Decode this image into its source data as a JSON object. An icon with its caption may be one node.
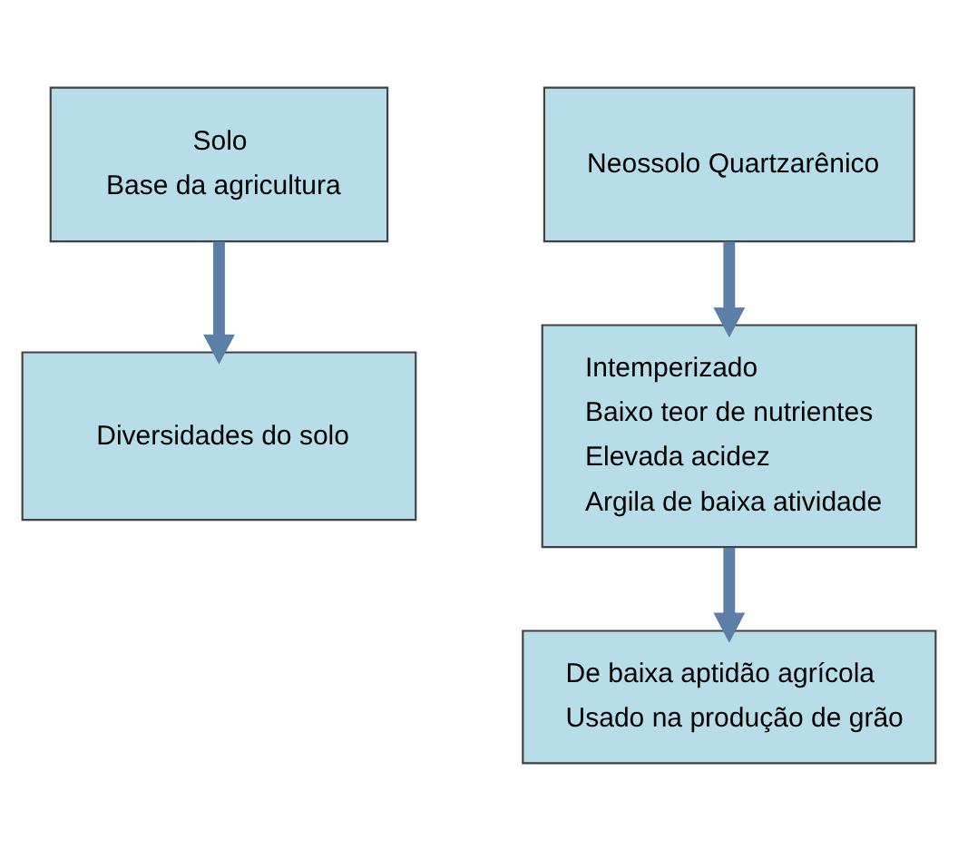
{
  "diagram": {
    "nodes": [
      {
        "text": [
          "Solo",
          "Base da agricultura"
        ]
      },
      {
        "text": [
          "Neossolo Quartzarênico"
        ]
      },
      {
        "text": [
          "Diversidades do solo"
        ]
      },
      {
        "text": [
          "Intemperizado",
          "Baixo teor de nutrientes",
          "Elevada acidez",
          "Argila de baixa atividade"
        ]
      },
      {
        "text": [
          "De baixa aptidão agrícola",
          "Usado na produção de grão"
        ]
      }
    ],
    "edges": [
      {
        "from": 0,
        "to": 2,
        "arrow": "to"
      },
      {
        "from": 1,
        "to": 3,
        "arrow": "to"
      },
      {
        "from": 3,
        "to": 4,
        "arrow": "to"
      }
    ]
  }
}
